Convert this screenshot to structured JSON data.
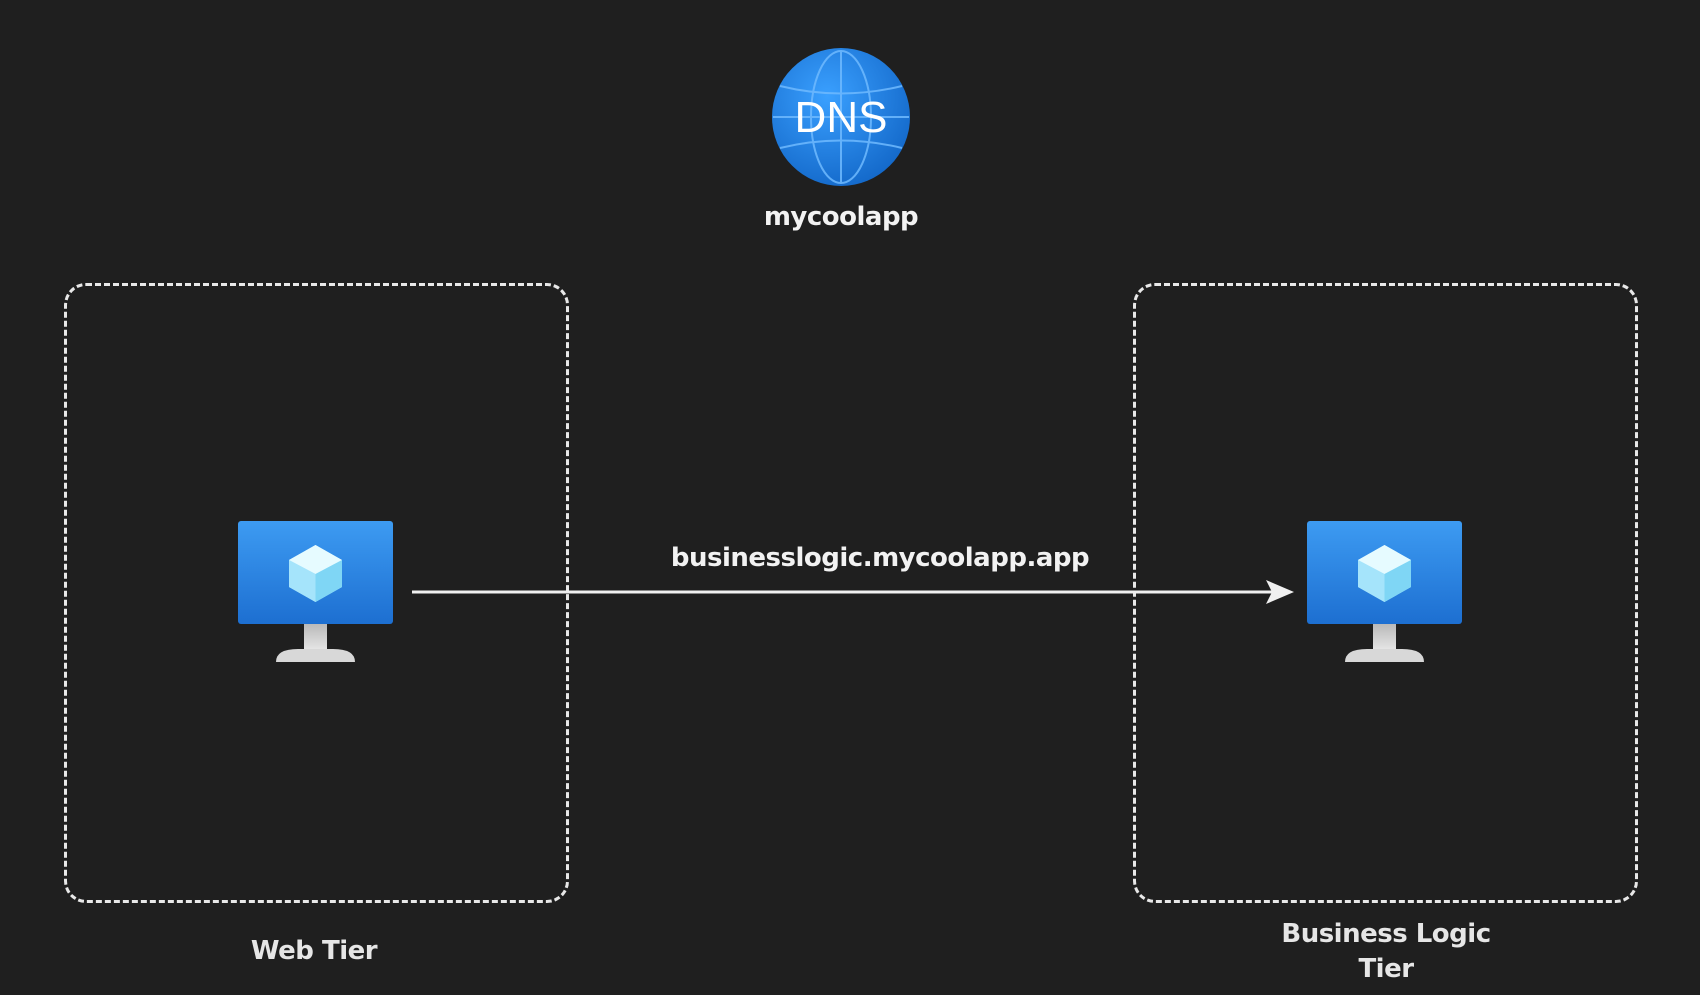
{
  "dns": {
    "badge_text": "DNS",
    "label": "mycoolapp",
    "icon": "dns-globe-icon",
    "color": "#1b7fe0"
  },
  "tiers": {
    "web": {
      "label": "Web Tier",
      "icon": "virtual-machine-icon"
    },
    "business": {
      "label_line1": "Business Logic",
      "label_line2": "Tier",
      "icon": "virtual-machine-icon"
    }
  },
  "connection": {
    "label": "businesslogic.mycoolapp.app",
    "from": "Web Tier",
    "to": "Business Logic Tier"
  },
  "colors": {
    "background": "#1f1f1f",
    "border": "#e8e8e8",
    "vm_blue": "#2a8be8",
    "text": "#f2f2f2"
  }
}
